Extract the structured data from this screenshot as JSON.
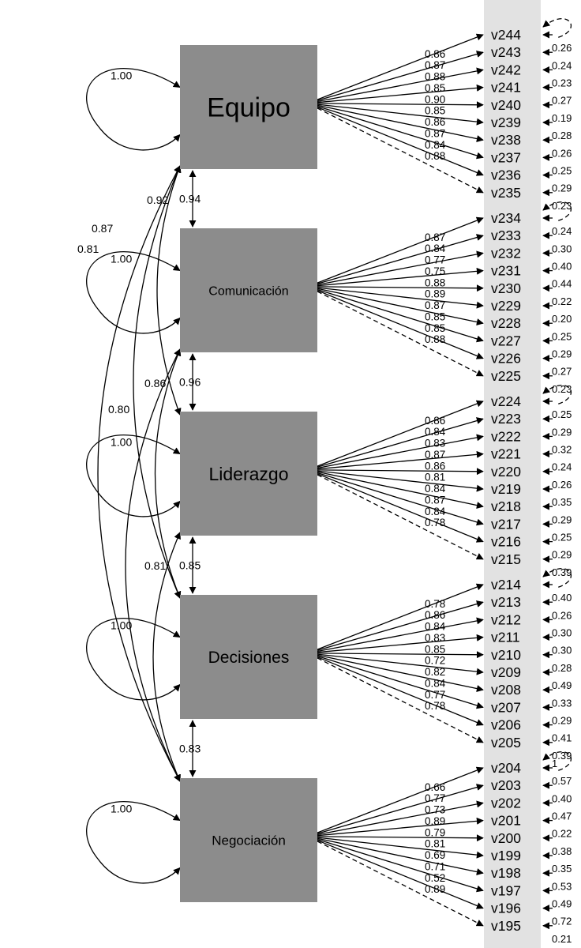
{
  "factors": [
    {
      "name": "Equipo",
      "variance": "1.00",
      "loadings": [
        "0.86",
        "0.87",
        "0.88",
        "0.85",
        "0.90",
        "0.85",
        "0.86",
        "0.87",
        "0.84",
        "0.88"
      ],
      "variables": [
        "v244",
        "v243",
        "v242",
        "v241",
        "v240",
        "v239",
        "v238",
        "v237",
        "v236",
        "v235"
      ],
      "errors": [
        "",
        "0.26",
        "0.24",
        "0.23",
        "0.27",
        "0.19",
        "0.28",
        "0.26",
        "0.25",
        "0.29",
        "0.23"
      ]
    },
    {
      "name": "Comunicación",
      "variance": "1.00",
      "loadings": [
        "0.87",
        "0.84",
        "0.77",
        "0.75",
        "0.88",
        "0.89",
        "0.87",
        "0.85",
        "0.85",
        "0.88"
      ],
      "variables": [
        "v234",
        "v233",
        "v232",
        "v231",
        "v230",
        "v229",
        "v228",
        "v227",
        "v226",
        "v225"
      ],
      "errors": [
        "",
        "0.24",
        "0.30",
        "0.40",
        "0.44",
        "0.22",
        "0.20",
        "0.25",
        "0.29",
        "0.27",
        "0.23"
      ]
    },
    {
      "name": "Liderazgo",
      "variance": "1.00",
      "loadings": [
        "0.86",
        "0.84",
        "0.83",
        "0.87",
        "0.86",
        "0.81",
        "0.84",
        "0.87",
        "0.84",
        "0.78"
      ],
      "variables": [
        "v224",
        "v223",
        "v222",
        "v221",
        "v220",
        "v219",
        "v218",
        "v217",
        "v216",
        "v215"
      ],
      "errors": [
        "",
        "0.25",
        "0.29",
        "0.32",
        "0.24",
        "0.26",
        "0.35",
        "0.29",
        "0.25",
        "0.29",
        "0.39"
      ]
    },
    {
      "name": "Decisiones",
      "variance": "1.00",
      "loadings": [
        "0.78",
        "0.86",
        "0.84",
        "0.83",
        "0.85",
        "0.72",
        "0.82",
        "0.84",
        "0.77",
        "0.78"
      ],
      "variables": [
        "v214",
        "v213",
        "v212",
        "v211",
        "v210",
        "v209",
        "v208",
        "v207",
        "v206",
        "v205"
      ],
      "errors": [
        "",
        "0.40",
        "0.26",
        "0.30",
        "0.30",
        "0.28",
        "0.49",
        "0.33",
        "0.29",
        "0.41",
        "0.39"
      ]
    },
    {
      "name": "Negociación",
      "variance": "1.00",
      "loadings": [
        "0.66",
        "0.77",
        "0.73",
        "0.89",
        "0.79",
        "0.81",
        "0.69",
        "0.71",
        "0.52",
        "0.89"
      ],
      "variables": [
        "v204",
        "v203",
        "v202",
        "v201",
        "v200",
        "v199",
        "v198",
        "v197",
        "v196",
        "v195"
      ],
      "errors": [
        "1",
        "0.57",
        "0.40",
        "0.47",
        "0.22",
        "0.38",
        "0.35",
        "0.53",
        "0.49",
        "0.72",
        "0.21"
      ]
    }
  ],
  "adjacent_correlations": [
    "0.94",
    "0.96",
    "0.85",
    "0.83"
  ],
  "curved_correlations": [
    "0.92",
    "0.87",
    "0.81",
    "0.86",
    "0.80",
    "0.81"
  ]
}
